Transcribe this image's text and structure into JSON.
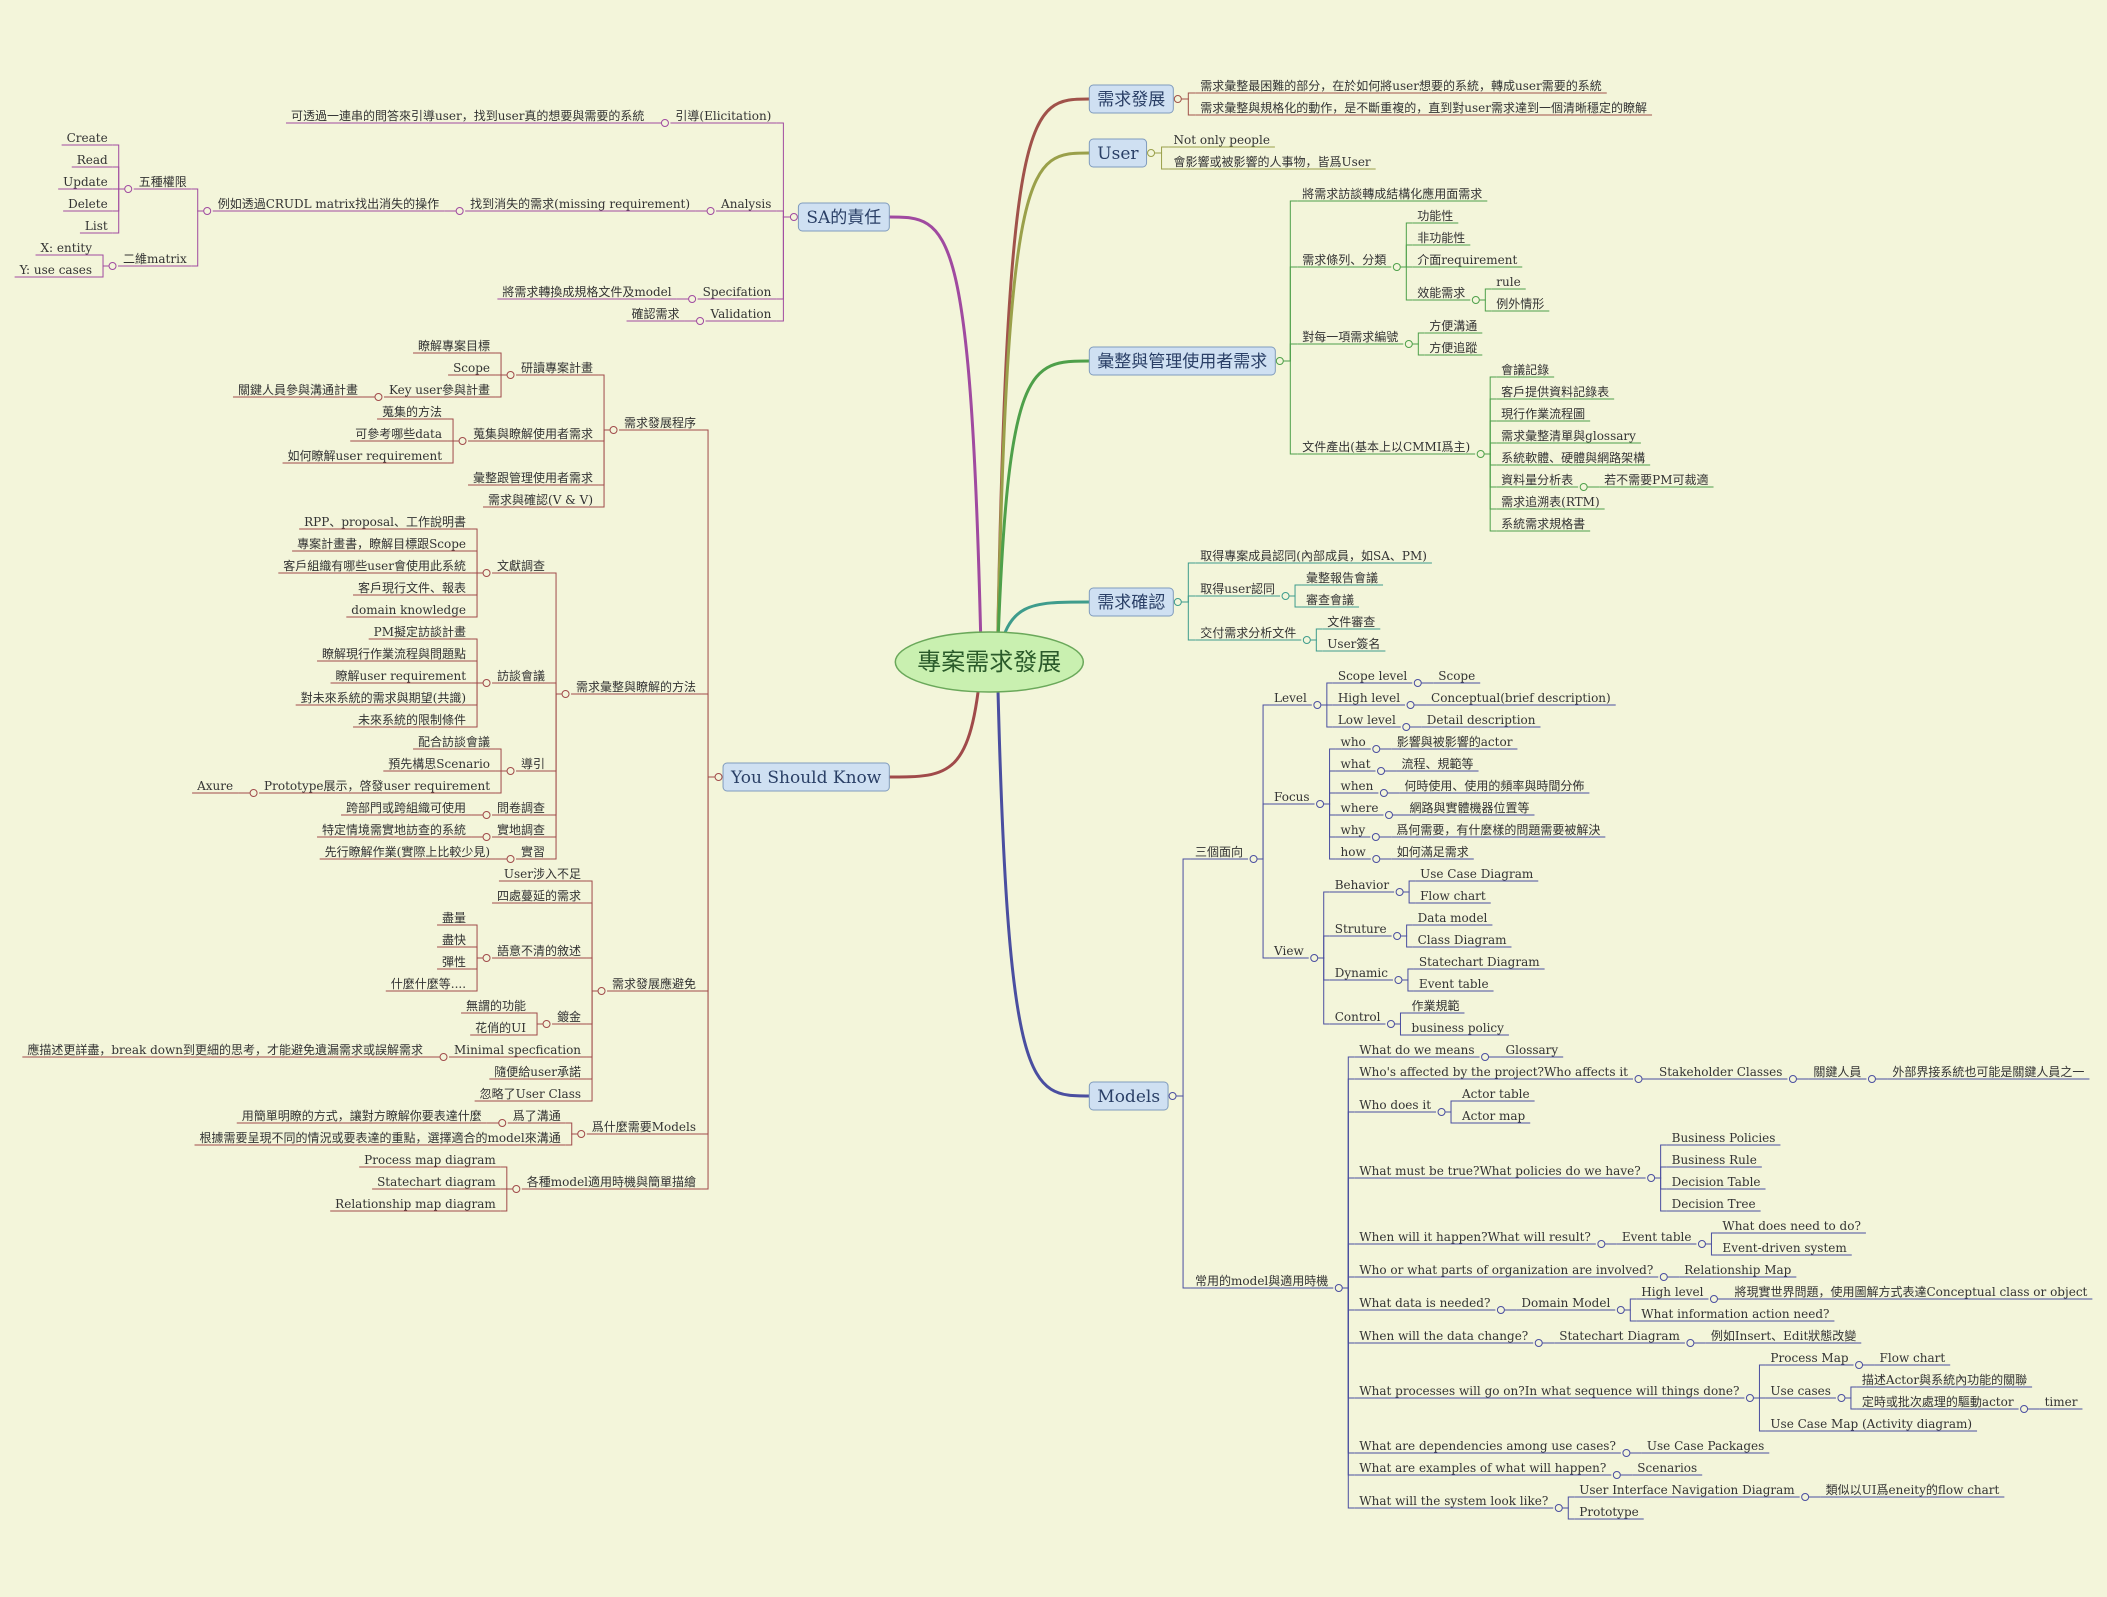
{
  "center": "專案需求發展",
  "right_branches": [
    {
      "label": "需求發展",
      "color": "#a0524a",
      "children": [
        {
          "label": "需求彙整最困難的部分，在於如何將user想要的系統，轉成user需要的系統"
        },
        {
          "label": "需求彙整與規格化的動作，是不斷重複的，直到對user需求達到一個清晰穩定的瞭解"
        }
      ]
    },
    {
      "label": "User",
      "color": "#9aa04a",
      "children": [
        {
          "label": "Not only people"
        },
        {
          "label": "會影響或被影響的人事物，皆爲User"
        }
      ]
    },
    {
      "label": "彙整與管理使用者需求",
      "color": "#4ea04a",
      "children": [
        {
          "label": "將需求訪談轉成結構化應用面需求"
        },
        {
          "label": "需求條列、分類",
          "children": [
            {
              "label": "功能性"
            },
            {
              "label": "非功能性"
            },
            {
              "label": "介面requirement"
            },
            {
              "label": "效能需求",
              "children": [
                {
                  "label": "rule"
                },
                {
                  "label": "例外情形"
                }
              ]
            }
          ]
        },
        {
          "label": "對每一項需求編號",
          "children": [
            {
              "label": "方便溝通"
            },
            {
              "label": "方便追蹤"
            }
          ]
        },
        {
          "label": "文件產出(基本上以CMMI爲主)",
          "children": [
            {
              "label": "會議記錄"
            },
            {
              "label": "客戶提供資料記錄表"
            },
            {
              "label": "現行作業流程圖"
            },
            {
              "label": "需求彙整清單與glossary"
            },
            {
              "label": "系統軟體、硬體與網路架構"
            },
            {
              "label": "資料量分析表",
              "children": [
                {
                  "label": "若不需要PM可裁適"
                }
              ]
            },
            {
              "label": "需求追溯表(RTM)"
            },
            {
              "label": "系統需求規格書"
            }
          ]
        }
      ]
    },
    {
      "label": "需求確認",
      "color": "#3e9c8c",
      "children": [
        {
          "label": "取得專案成員認同(內部成員，如SA、PM)"
        },
        {
          "label": "取得user認同",
          "children": [
            {
              "label": "彙整報告會議"
            },
            {
              "label": "審查會議"
            }
          ]
        },
        {
          "label": "交付需求分析文件",
          "children": [
            {
              "label": "文件審查"
            },
            {
              "label": "User簽名"
            }
          ]
        }
      ]
    },
    {
      "label": "Models",
      "color": "#4a4ea0",
      "children": [
        {
          "label": "三個面向",
          "children": [
            {
              "label": "Level",
              "children": [
                {
                  "label": "Scope level",
                  "children": [
                    {
                      "label": "Scope"
                    }
                  ]
                },
                {
                  "label": "High level",
                  "children": [
                    {
                      "label": "Conceptual(brief description)"
                    }
                  ]
                },
                {
                  "label": "Low level",
                  "children": [
                    {
                      "label": "Detail description"
                    }
                  ]
                }
              ]
            },
            {
              "label": "Focus",
              "children": [
                {
                  "label": "who",
                  "children": [
                    {
                      "label": "影響與被影響的actor"
                    }
                  ]
                },
                {
                  "label": "what",
                  "children": [
                    {
                      "label": "流程、規範等"
                    }
                  ]
                },
                {
                  "label": "when",
                  "children": [
                    {
                      "label": "何時使用、使用的頻率與時間分佈"
                    }
                  ]
                },
                {
                  "label": "where",
                  "children": [
                    {
                      "label": "網路與實體機器位置等"
                    }
                  ]
                },
                {
                  "label": "why",
                  "children": [
                    {
                      "label": "爲何需要，有什麼樣的問題需要被解決"
                    }
                  ]
                },
                {
                  "label": "how",
                  "children": [
                    {
                      "label": "如何滿足需求"
                    }
                  ]
                }
              ]
            },
            {
              "label": "View",
              "children": [
                {
                  "label": "Behavior",
                  "children": [
                    {
                      "label": "Use Case Diagram"
                    },
                    {
                      "label": "Flow chart"
                    }
                  ]
                },
                {
                  "label": "Struture",
                  "children": [
                    {
                      "label": "Data model"
                    },
                    {
                      "label": "Class Diagram"
                    }
                  ]
                },
                {
                  "label": "Dynamic",
                  "children": [
                    {
                      "label": "Statechart Diagram"
                    },
                    {
                      "label": "Event table"
                    }
                  ]
                },
                {
                  "label": "Control",
                  "children": [
                    {
                      "label": "作業規範"
                    },
                    {
                      "label": "business policy"
                    }
                  ]
                }
              ]
            }
          ]
        },
        {
          "label": "常用的model與適用時機",
          "children": [
            {
              "label": "What do we means",
              "children": [
                {
                  "label": "Glossary"
                }
              ]
            },
            {
              "label": "Who's affected by the project?Who affects it",
              "children": [
                {
                  "label": "Stakeholder Classes",
                  "children": [
                    {
                      "label": "關鍵人員",
                      "children": [
                        {
                          "label": "外部界接系統也可能是關鍵人員之一"
                        }
                      ]
                    }
                  ]
                }
              ]
            },
            {
              "label": "Who does it",
              "children": [
                {
                  "label": "Actor table"
                },
                {
                  "label": "Actor map"
                }
              ]
            },
            {
              "label": "What must be true?What policies do we have?",
              "children": [
                {
                  "label": "Business Policies"
                },
                {
                  "label": "Business Rule"
                },
                {
                  "label": "Decision Table"
                },
                {
                  "label": "Decision Tree"
                }
              ]
            },
            {
              "label": "When will it happen?What will result?",
              "children": [
                {
                  "label": "Event table",
                  "children": [
                    {
                      "label": "What does need to do?"
                    },
                    {
                      "label": "Event-driven system"
                    }
                  ]
                }
              ]
            },
            {
              "label": "Who or what parts of organization are involved?",
              "children": [
                {
                  "label": "Relationship Map"
                }
              ]
            },
            {
              "label": "What data is needed?",
              "children": [
                {
                  "label": "Domain Model",
                  "children": [
                    {
                      "label": "High level",
                      "children": [
                        {
                          "label": "將現實世界問題，使用圖解方式表達Conceptual class or object"
                        }
                      ]
                    },
                    {
                      "label": "What information action need?"
                    }
                  ]
                }
              ]
            },
            {
              "label": "When will the data change?",
              "children": [
                {
                  "label": "Statechart Diagram",
                  "children": [
                    {
                      "label": "例如Insert、Edit狀態改變"
                    }
                  ]
                }
              ]
            },
            {
              "label": "What processes will go on?In what sequence will things done?",
              "children": [
                {
                  "label": "Process Map",
                  "children": [
                    {
                      "label": "Flow chart"
                    }
                  ]
                },
                {
                  "label": "Use cases",
                  "children": [
                    {
                      "label": "描述Actor與系統內功能的關聯"
                    },
                    {
                      "label": "定時或批次處理的驅動actor",
                      "children": [
                        {
                          "label": "timer"
                        }
                      ]
                    }
                  ]
                },
                {
                  "label": "Use Case Map (Activity diagram)"
                }
              ]
            },
            {
              "label": "What are dependencies among use cases?",
              "children": [
                {
                  "label": "Use Case Packages"
                }
              ]
            },
            {
              "label": "What are examples of what will happen?",
              "children": [
                {
                  "label": "Scenarios"
                }
              ]
            },
            {
              "label": "What will the system look like?",
              "children": [
                {
                  "label": "User Interface Navigation Diagram",
                  "children": [
                    {
                      "label": "類似以UI爲eneity的flow chart"
                    }
                  ]
                },
                {
                  "label": "Prototype"
                }
              ]
            }
          ]
        }
      ]
    }
  ],
  "left_branches": [
    {
      "label": "SA的責任",
      "color": "#a04aa0",
      "children": [
        {
          "label": "引導(Elicitation)",
          "children": [
            {
              "label": "可透過一連串的問答來引導user，找到user真的想要與需要的系統"
            }
          ]
        },
        {
          "label": "Analysis",
          "children": [
            {
              "label": "找到消失的需求(missing requirement)",
              "children": [
                {
                  "label": "例如透過CRUDL matrix找出消失的操作",
                  "children": [
                    {
                      "label": "五種權限",
                      "children": [
                        {
                          "label": "Create"
                        },
                        {
                          "label": "Read"
                        },
                        {
                          "label": "Update"
                        },
                        {
                          "label": "Delete"
                        },
                        {
                          "label": "List"
                        }
                      ]
                    },
                    {
                      "label": "二維matrix",
                      "children": [
                        {
                          "label": "X: entity"
                        },
                        {
                          "label": "Y: use cases"
                        }
                      ]
                    }
                  ]
                }
              ]
            }
          ]
        },
        {
          "label": "Specifation",
          "children": [
            {
              "label": "將需求轉換成規格文件及model"
            }
          ]
        },
        {
          "label": "Validation",
          "children": [
            {
              "label": "確認需求"
            }
          ]
        }
      ]
    },
    {
      "label": "You Should Know",
      "color": "#a04a4a",
      "children": [
        {
          "label": "需求發展程序",
          "children": [
            {
              "label": "研讀專案計畫",
              "children": [
                {
                  "label": "瞭解專案目標"
                },
                {
                  "label": "Scope"
                },
                {
                  "label": "Key user參與計畫",
                  "children": [
                    {
                      "label": "關鍵人員參與溝通計畫"
                    }
                  ]
                }
              ]
            },
            {
              "label": "蒐集與瞭解使用者需求",
              "children": [
                {
                  "label": "蒐集的方法"
                },
                {
                  "label": "可參考哪些data"
                },
                {
                  "label": "如何瞭解user requirement"
                }
              ]
            },
            {
              "label": "彙整跟管理使用者需求"
            },
            {
              "label": "需求與確認(V & V)"
            }
          ]
        },
        {
          "label": "需求彙整與瞭解的方法",
          "children": [
            {
              "label": "文獻調查",
              "children": [
                {
                  "label": "RPP、proposal、工作說明書"
                },
                {
                  "label": "專案計畫書，瞭解目標跟Scope"
                },
                {
                  "label": "客戶組織有哪些user會使用此系統"
                },
                {
                  "label": "客戶現行文件、報表"
                },
                {
                  "label": "domain knowledge"
                }
              ]
            },
            {
              "label": "訪談會議",
              "children": [
                {
                  "label": "PM擬定訪談計畫"
                },
                {
                  "label": "瞭解現行作業流程與問題點"
                },
                {
                  "label": "瞭解user requirement"
                },
                {
                  "label": "對未來系統的需求與期望(共識)"
                },
                {
                  "label": "未來系統的限制條件"
                }
              ]
            },
            {
              "label": "導引",
              "children": [
                {
                  "label": "配合訪談會議"
                },
                {
                  "label": "預先構思Scenario"
                },
                {
                  "label": "Prototype展示，啓發user requirement",
                  "children": [
                    {
                      "label": "Axure"
                    }
                  ]
                }
              ]
            },
            {
              "label": "問卷調查",
              "children": [
                {
                  "label": "跨部門或跨組織可使用"
                }
              ]
            },
            {
              "label": "實地調查",
              "children": [
                {
                  "label": "特定情境需實地訪查的系統"
                }
              ]
            },
            {
              "label": "實習",
              "children": [
                {
                  "label": "先行瞭解作業(實際上比較少見)"
                }
              ]
            }
          ]
        },
        {
          "label": "需求發展應避免",
          "children": [
            {
              "label": "User涉入不足"
            },
            {
              "label": "四處蔓延的需求"
            },
            {
              "label": "語意不清的敘述",
              "children": [
                {
                  "label": "盡量"
                },
                {
                  "label": "盡快"
                },
                {
                  "label": "彈性"
                },
                {
                  "label": "什麼什麼等...."
                }
              ]
            },
            {
              "label": "鍍金",
              "children": [
                {
                  "label": "無謂的功能"
                },
                {
                  "label": "花俏的UI"
                }
              ]
            },
            {
              "label": "Minimal specfication",
              "children": [
                {
                  "label": "應描述更詳盡，break down到更細的思考，才能避免遺漏需求或誤解需求"
                }
              ]
            },
            {
              "label": "隨便給user承諾"
            },
            {
              "label": "忽略了User Class"
            }
          ]
        },
        {
          "label": "爲什麼需要Models",
          "children": [
            {
              "label": "爲了溝通",
              "children": [
                {
                  "label": "用簡單明瞭的方式，讓對方瞭解你要表達什麼"
                }
              ]
            },
            {
              "label": "根據需要呈現不同的情況或要表達的重點，選擇適合的model來溝通"
            }
          ]
        },
        {
          "label": "各種model適用時機與簡單描繪",
          "children": [
            {
              "label": "Process map diagram"
            },
            {
              "label": "Statechart diagram"
            },
            {
              "label": "Relationship map diagram"
            }
          ]
        }
      ]
    }
  ]
}
